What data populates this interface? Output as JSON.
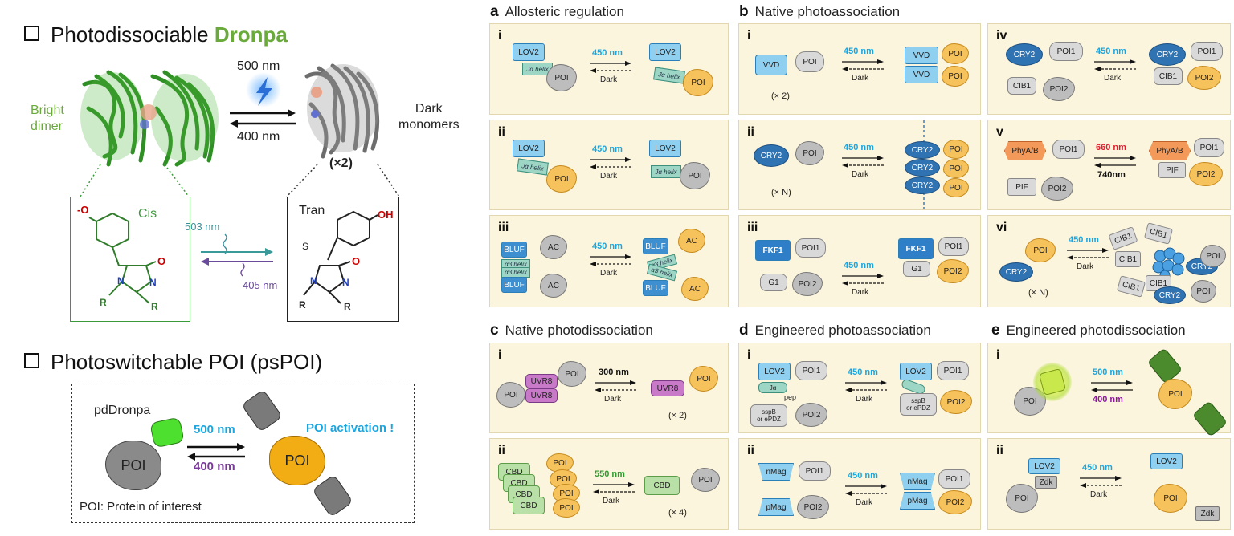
{
  "left": {
    "heading1_prefix": "Photodissociable ",
    "heading1_highlight": "Dronpa",
    "wl_500": "500 nm",
    "wl_400": "400 nm",
    "bright_dimer": "Bright\ndimer",
    "dark_monomers": "Dark\nmonomers",
    "times2": "(×2)",
    "cis": "Cis",
    "trans": "Tran",
    "wl_503": "503 nm",
    "wl_405": "405 nm",
    "oh": "OH",
    "o_minus": "-O",
    "heading2": "Photoswitchable POI (psPOI)",
    "pdDronpa": "pdDronpa",
    "poi": "POI",
    "poi_activation": "POI activation !",
    "poi_def": "POI: Protein of interest",
    "colors": {
      "green": "#6aaa3a",
      "blue": "#1aa6e0",
      "purple": "#7a3a9a"
    }
  },
  "sections": {
    "a": {
      "letter": "a",
      "title": "Allosteric regulation"
    },
    "b": {
      "letter": "b",
      "title": "Native photoassociation"
    },
    "c": {
      "letter": "c",
      "title": "Native photodissociation"
    },
    "d": {
      "letter": "d",
      "title": "Engineered photoassociation"
    },
    "e": {
      "letter": "e",
      "title": "Engineered photodissociation"
    }
  },
  "panels": {
    "a_i": {
      "roman": "i",
      "wl": "450 nm",
      "dark": "Dark",
      "p1": "LOV2",
      "h": "Jα helix",
      "poi": "POI"
    },
    "a_ii": {
      "roman": "ii",
      "wl": "450 nm",
      "dark": "Dark",
      "p1": "LOV2",
      "h": "Jα helix",
      "poi": "POI"
    },
    "a_iii": {
      "roman": "iii",
      "wl": "450 nm",
      "dark": "Dark",
      "p1": "BLUF",
      "h": "α3 helix",
      "ac": "AC"
    },
    "b_i": {
      "roman": "i",
      "wl": "450 nm",
      "dark": "Dark",
      "p1": "VVD",
      "poi": "POI",
      "mult": "(× 2)"
    },
    "b_ii": {
      "roman": "ii",
      "wl": "450 nm",
      "dark": "Dark",
      "p1": "CRY2",
      "poi": "POI",
      "mult": "(× N)"
    },
    "b_iii": {
      "roman": "iii",
      "wl": "450 nm",
      "dark": "Dark",
      "p1": "FKF1",
      "poi1": "POI1",
      "p2": "G1",
      "poi2": "POI2"
    },
    "b_iv": {
      "roman": "iv",
      "wl": "450 nm",
      "dark": "Dark",
      "p1": "CRY2",
      "poi1": "POI1",
      "p2": "CIB1",
      "poi2": "POI2"
    },
    "b_v": {
      "roman": "v",
      "wl": "660 nm",
      "wl2": "740nm",
      "p1": "PhyA/B",
      "poi1": "POI1",
      "p2": "PIF",
      "poi2": "POI2"
    },
    "b_vi": {
      "roman": "vi",
      "wl": "450 nm",
      "dark": "Dark",
      "p1": "CRY2",
      "poi": "POI",
      "p2": "CIB1",
      "mult": "(× N)"
    },
    "c_i": {
      "roman": "i",
      "wl": "300 nm",
      "dark": "Dark",
      "p1": "UVR8",
      "poi": "POI",
      "mult": "(× 2)"
    },
    "c_ii": {
      "roman": "ii",
      "wl": "550 nm",
      "dark": "Dark",
      "p1": "CBD",
      "poi": "POI",
      "mult": "(× 4)"
    },
    "d_i": {
      "roman": "i",
      "wl": "450 nm",
      "dark": "Dark",
      "p1": "LOV2",
      "poi1": "POI1",
      "ja": "Jα",
      "pep": "pep",
      "p2": "sspB\nor ePDZ",
      "poi2": "POI2"
    },
    "d_ii": {
      "roman": "ii",
      "wl": "450 nm",
      "dark": "Dark",
      "p1": "nMag",
      "poi1": "POI1",
      "p2": "pMag",
      "poi2": "POI2"
    },
    "e_i": {
      "roman": "i",
      "wl": "500 nm",
      "wl2": "400 nm",
      "poi": "POI"
    },
    "e_ii": {
      "roman": "ii",
      "wl": "450 nm",
      "dark": "Dark",
      "p1": "LOV2",
      "p2": "Zdk",
      "poi": "POI"
    }
  }
}
